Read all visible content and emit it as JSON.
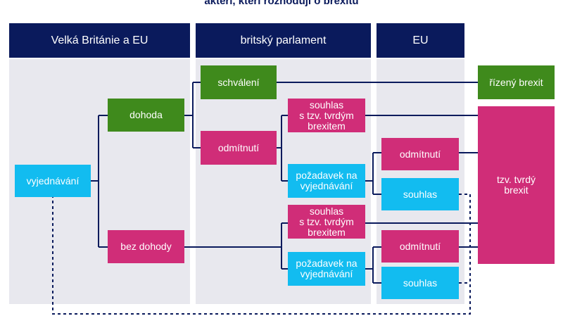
{
  "title": "aktéři, kteří rozhodují o brexitu",
  "colors": {
    "navy": "#0a1a5c",
    "column_bg": "#e8e8ee",
    "green": "#3f8a1c",
    "pink": "#d02d78",
    "cyan": "#12bcf0"
  },
  "columns": {
    "uk_eu": "Velká Británie a EU",
    "parliament": "britský parlament",
    "eu": "EU"
  },
  "nodes": {
    "negotiation": "vyjednávání",
    "deal": "dohoda",
    "no_deal": "bez dohody",
    "approval": "schválení",
    "rejection": "odmítnutí",
    "consent_hard_1": "souhlas\ns tzv. tvrdým\nbrexitem",
    "request_negotiation_1": "požadavek na\nvyjednávání",
    "consent_hard_2": "souhlas\ns tzv. tvrdým\nbrexitem",
    "request_negotiation_2": "požadavek na\nvyjednávání",
    "eu_reject_1": "odmítnutí",
    "eu_consent_1": "souhlas",
    "eu_reject_2": "odmítnutí",
    "eu_consent_2": "souhlas",
    "managed_brexit": "řízený brexit",
    "hard_brexit": "tzv. tvrdý\nbrexit"
  }
}
